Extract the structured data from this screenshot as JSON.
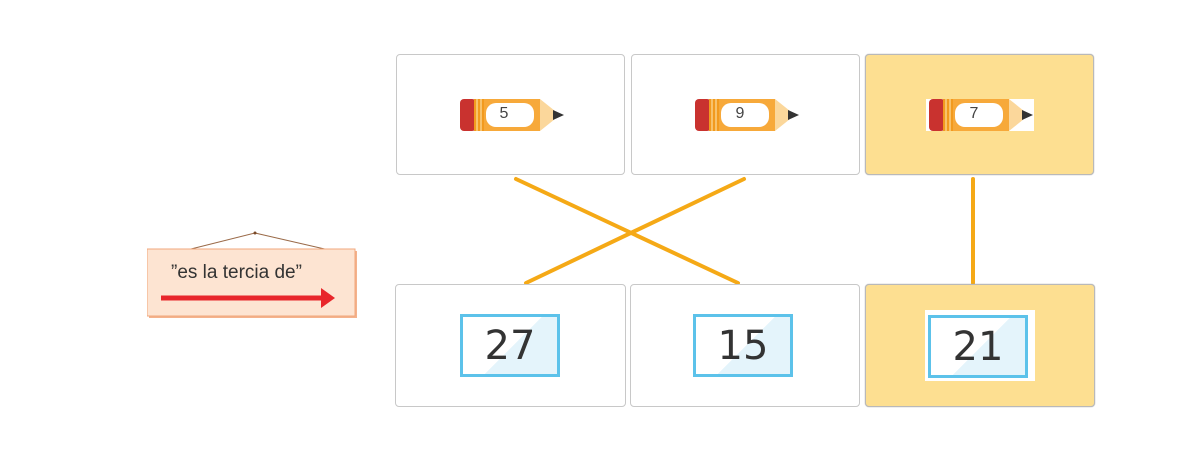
{
  "rule_sign": {
    "text": "”es la tercia de”"
  },
  "top_cards": [
    {
      "value": "5",
      "selected": false
    },
    {
      "value": "9",
      "selected": false
    },
    {
      "value": "7",
      "selected": true
    }
  ],
  "bottom_cards": [
    {
      "value": "27",
      "selected": false
    },
    {
      "value": "15",
      "selected": false
    },
    {
      "value": "21",
      "selected": true
    }
  ],
  "colors": {
    "connector": "#f5a916",
    "selected_card": "#fddf91",
    "number_box_border": "#5cc2ea",
    "arrow": "#e8262b"
  }
}
